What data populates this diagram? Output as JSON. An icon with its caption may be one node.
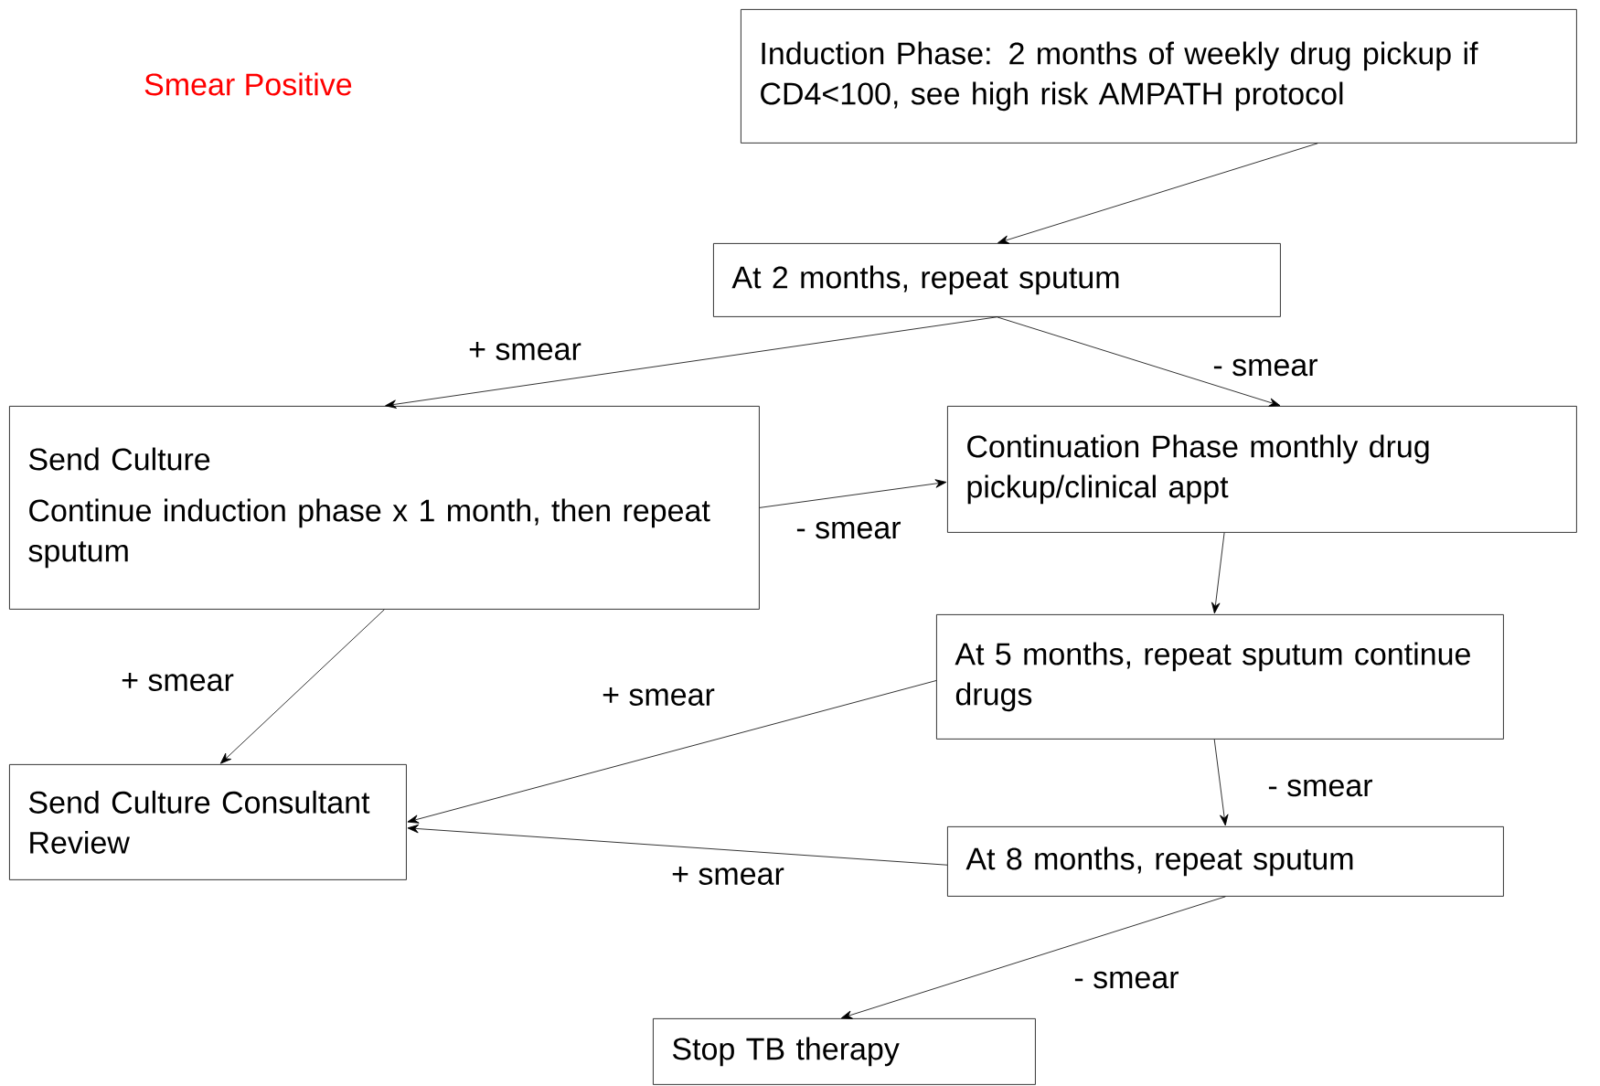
{
  "diagram": {
    "nodes": [
      {
        "text": [
          "Induction Phase: 2 months of  weekly drug pickup if CD4<100, see high risk AMPATH protocol"
        ]
      },
      {
        "text": [
          "At 2 months, repeat sputum"
        ]
      },
      {
        "text": [
          "Send Culture",
          "Continue induction phase x 1 month, then repeat sputum"
        ]
      },
      {
        "text": [
          "Continuation Phase monthly drug pickup/clinical appt"
        ]
      },
      {
        "text": [
          "At 5 months, repeat sputum continue drugs"
        ]
      },
      {
        "text": [
          "Send Culture Consultant Review"
        ]
      },
      {
        "text": [
          "At 8 months, repeat sputum"
        ]
      },
      {
        "text": [
          "Stop TB therapy"
        ]
      }
    ],
    "edges": [
      {
        "from": 0,
        "to": 1,
        "arrow": "to"
      },
      {
        "from": 1,
        "to": 2,
        "arrow": "to",
        "label": "+ smear"
      },
      {
        "from": 1,
        "to": 3,
        "arrow": "to",
        "label": "- smear"
      },
      {
        "from": 2,
        "to": 3,
        "arrow": "to",
        "label": "- smear"
      },
      {
        "from": 3,
        "to": 4,
        "arrow": "to"
      },
      {
        "from": 2,
        "to": 5,
        "arrow": "to",
        "label": "+ smear"
      },
      {
        "from": 4,
        "to": 5,
        "arrow": "to",
        "label": "+ smear"
      },
      {
        "from": 4,
        "to": 6,
        "arrow": "to",
        "label": "- smear"
      },
      {
        "from": 6,
        "to": 5,
        "arrow": "to",
        "label": "+ smear"
      },
      {
        "from": 6,
        "to": 7,
        "arrow": "to",
        "label": "- smear"
      }
    ],
    "labels": [
      "Smear Positive"
    ]
  }
}
